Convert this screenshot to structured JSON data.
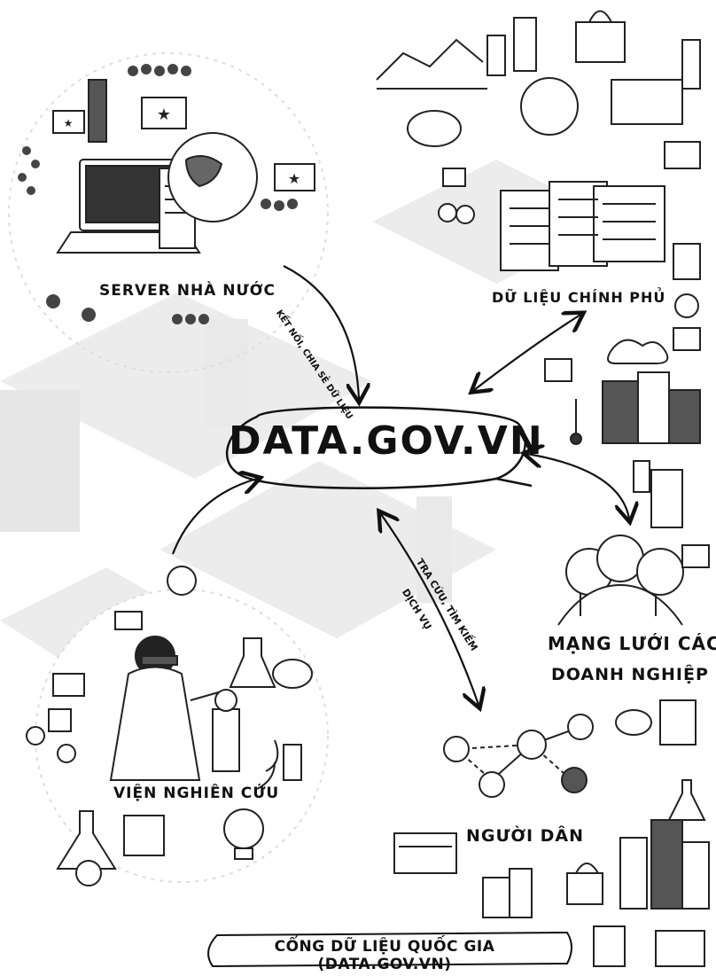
{
  "hub": {
    "label": "DATA.GOV.VN"
  },
  "nodes": {
    "server": "SERVER NHÀ NƯỚC",
    "gov_data": "DỮ LIỆU CHÍNH PHỦ",
    "business_line1": "MẠNG LƯỚI CÁC",
    "business_line2": "DOANH NGHIỆP",
    "research": "VIỆN NGHIÊN CỨU",
    "citizens": "NGƯỜI DÂN"
  },
  "arrow_labels": {
    "connect": "KẾT NỐI, CHIA SẺ DỮ LIỆU",
    "search_line1": "TRA CỨU, TÌM KIẾM",
    "search_line2": "DỊCH VỤ"
  },
  "footer": {
    "label": "CỔNG DỮ LIỆU QUỐC GIA (DATA.GOV.VN)"
  }
}
